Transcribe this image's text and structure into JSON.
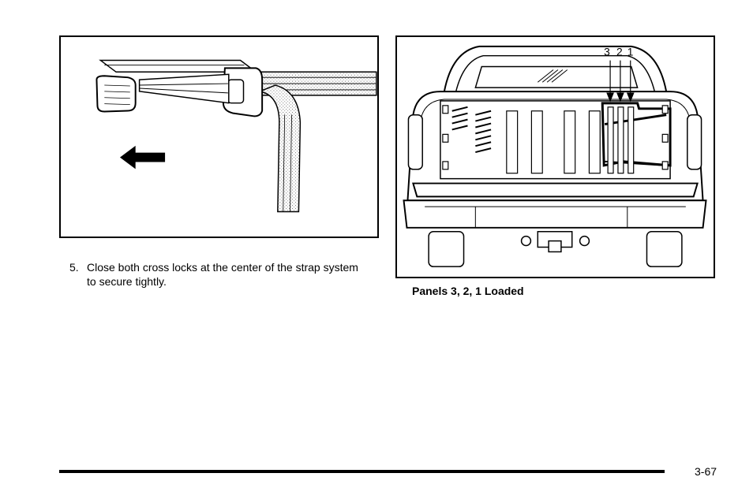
{
  "figures": {
    "strap": {
      "arrow_icon": "left-arrow-icon"
    },
    "truck": {
      "panel_labels": [
        "3",
        "2",
        "1"
      ]
    }
  },
  "step": {
    "number": "5.",
    "text": "Close both cross locks at the center of the strap system to secure tightly."
  },
  "truck_caption": "Panels 3, 2, 1 Loaded",
  "footer": {
    "page_number": "3-67"
  }
}
